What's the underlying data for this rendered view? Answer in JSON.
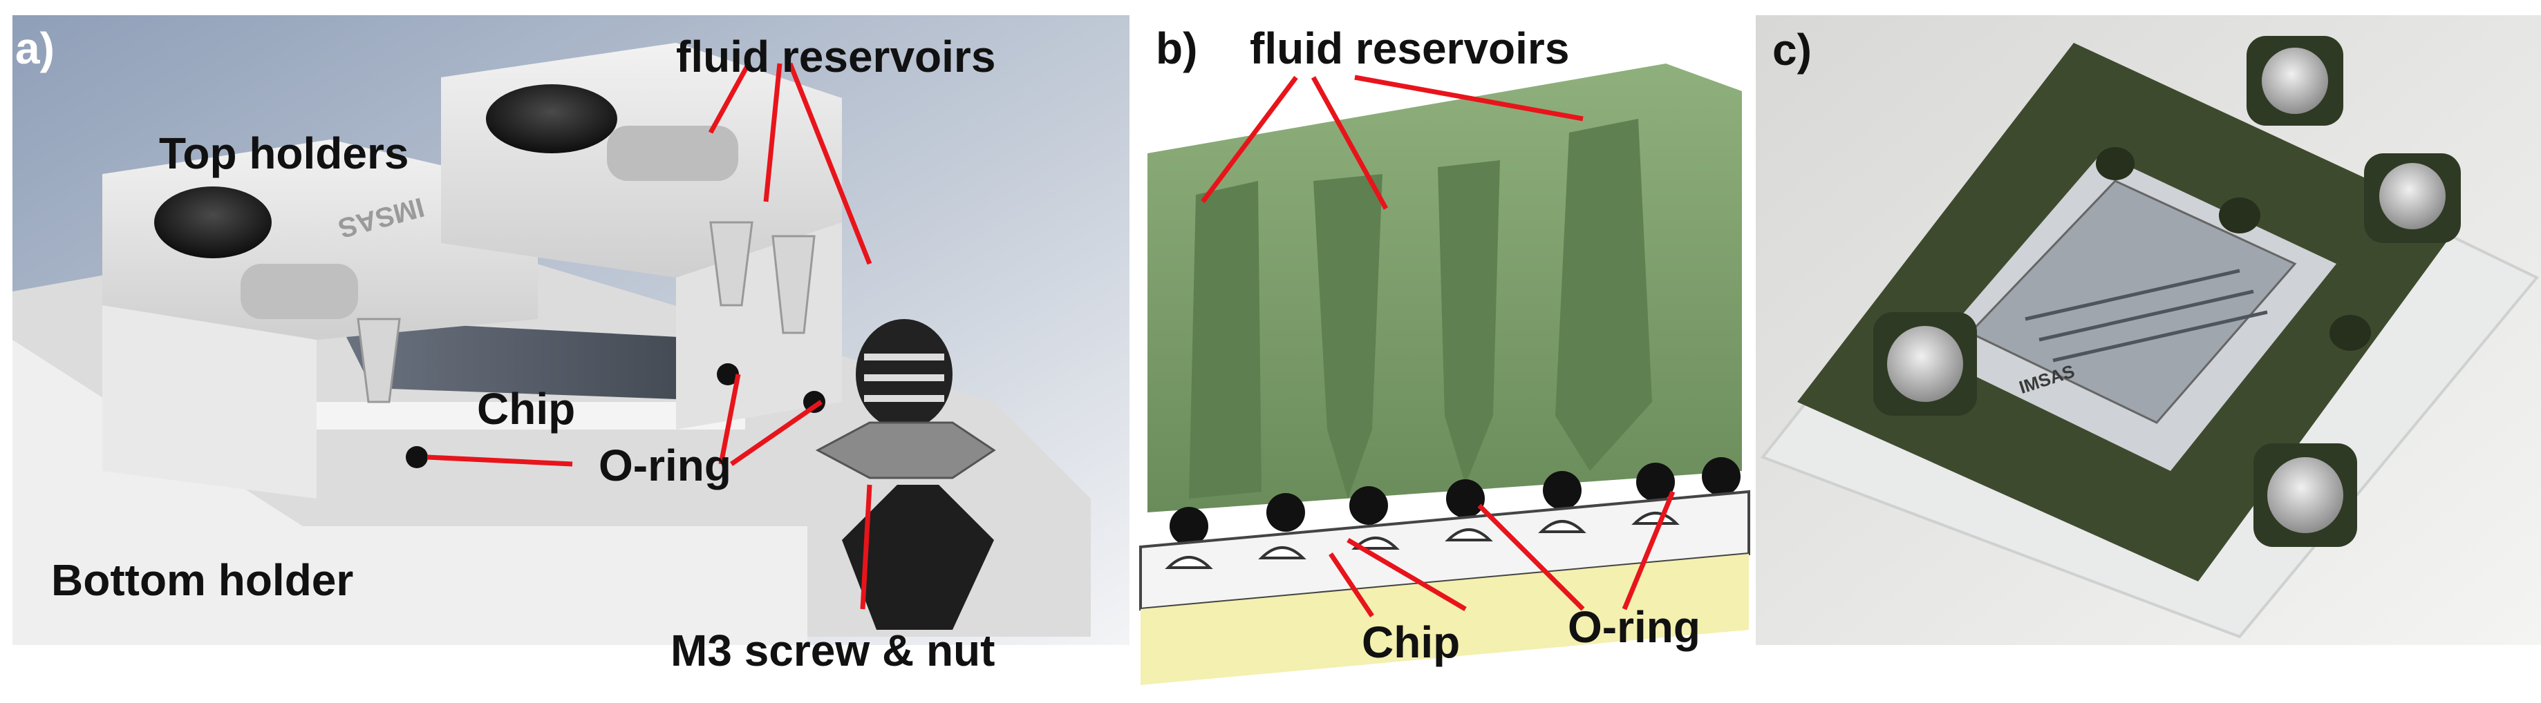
{
  "panels": {
    "a": {
      "label": "a)",
      "labels": {
        "top_holders": "Top holders",
        "fluid_reservoirs": "fluid reservoirs",
        "chip": "Chip",
        "o_ring": "O-ring",
        "bottom_holder": "Bottom holder",
        "m3_screw_nut": "M3 screw & nut"
      },
      "engraving": "IMSAS"
    },
    "b": {
      "label": "b)",
      "labels": {
        "fluid_reservoirs": "fluid reservoirs",
        "chip": "Chip",
        "o_ring": "O-ring"
      }
    },
    "c": {
      "label": "c)",
      "engraving": "IMSAS"
    }
  },
  "colors": {
    "arrow": "#e8141b",
    "reservoir_green": "#7fa06e",
    "chip_yellow": "#f3f0b0",
    "holder_grey": "#e4e4e4",
    "background_blue": "#a9b6cc"
  }
}
